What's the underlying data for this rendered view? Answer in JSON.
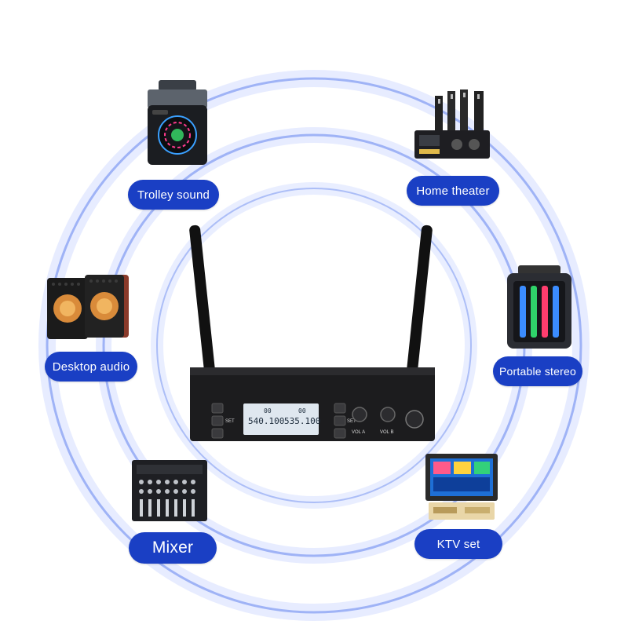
{
  "colors": {
    "label_bg": "#1a3fc4",
    "label_text": "#ffffff",
    "ring": "#5a7be6",
    "receiver_body": "#1c1c1e",
    "lcd": "#dfe7ef"
  },
  "center_device": {
    "name": "wireless-receiver",
    "buttons": {
      "set_left": "SET",
      "set_right": "SET",
      "vol_a": "VOL A",
      "vol_b": "VOL B"
    },
    "display": {
      "ch_a_freq": "540.100",
      "ch_b_freq": "535.100",
      "ch_a_level": "00",
      "ch_b_level": "00"
    }
  },
  "devices": [
    {
      "id": "trolley",
      "label": "Trolley sound",
      "icon": "trolley-speaker-icon"
    },
    {
      "id": "home-theater",
      "label": "Home theater",
      "icon": "home-theater-icon"
    },
    {
      "id": "desktop",
      "label": "Desktop audio",
      "icon": "desktop-speakers-icon"
    },
    {
      "id": "portable",
      "label": "Portable stereo",
      "icon": "portable-speaker-icon"
    },
    {
      "id": "mixer",
      "label": "Mixer",
      "icon": "mixer-icon"
    },
    {
      "id": "ktv",
      "label": "KTV set",
      "icon": "ktv-set-icon"
    }
  ]
}
